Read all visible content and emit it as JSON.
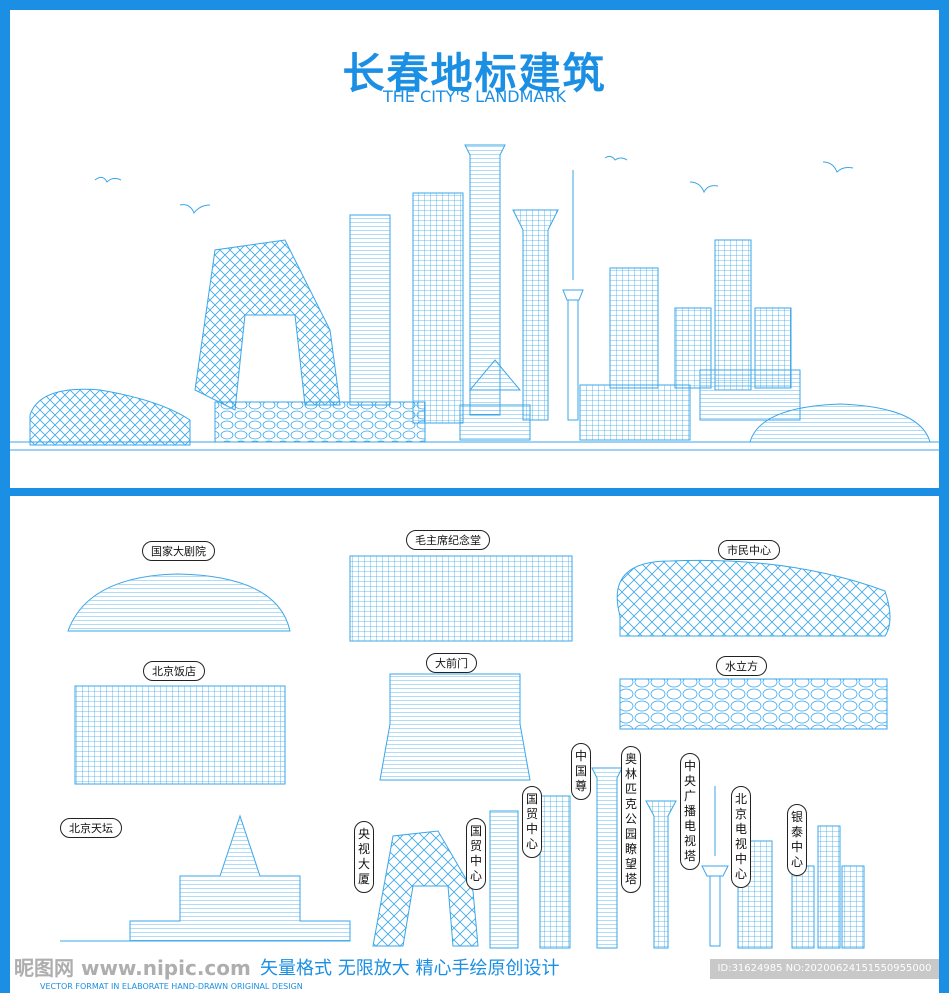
{
  "header": {
    "title": "长春地标建筑",
    "subtitle": "THE CITY'S LANDMARK"
  },
  "colors": {
    "brand": "#1a8fe3",
    "line": "#3aa6ea"
  },
  "landmarks": {
    "national_theatre": "国家大剧院",
    "mausoleum": "毛主席纪念堂",
    "civic_center": "市民中心",
    "beijing_hotel": "北京饭店",
    "qianmen": "大前门",
    "water_cube": "水立方",
    "temple_of_heaven": "北京天坛",
    "cctv": "央视大厦",
    "cwtc1": "国贸中心",
    "cwtc2": "国贸中心",
    "citic": "中国尊",
    "olympic_tower": "奥林匹克公园瞭望塔",
    "cctv_tower": "中央广播电视塔",
    "btv": "北京电视中心",
    "yintai": "银泰中心"
  },
  "footer": {
    "slogan": "矢量格式 无限放大  精心手绘原创设计",
    "slogan_en": "VECTOR FORMAT IN ELABORATE HAND-DRAWN ORIGINAL DESIGN",
    "watermark": "昵图网 www.nipic.com",
    "id_text": "ID:31624985 NO:20200624151550955000"
  }
}
